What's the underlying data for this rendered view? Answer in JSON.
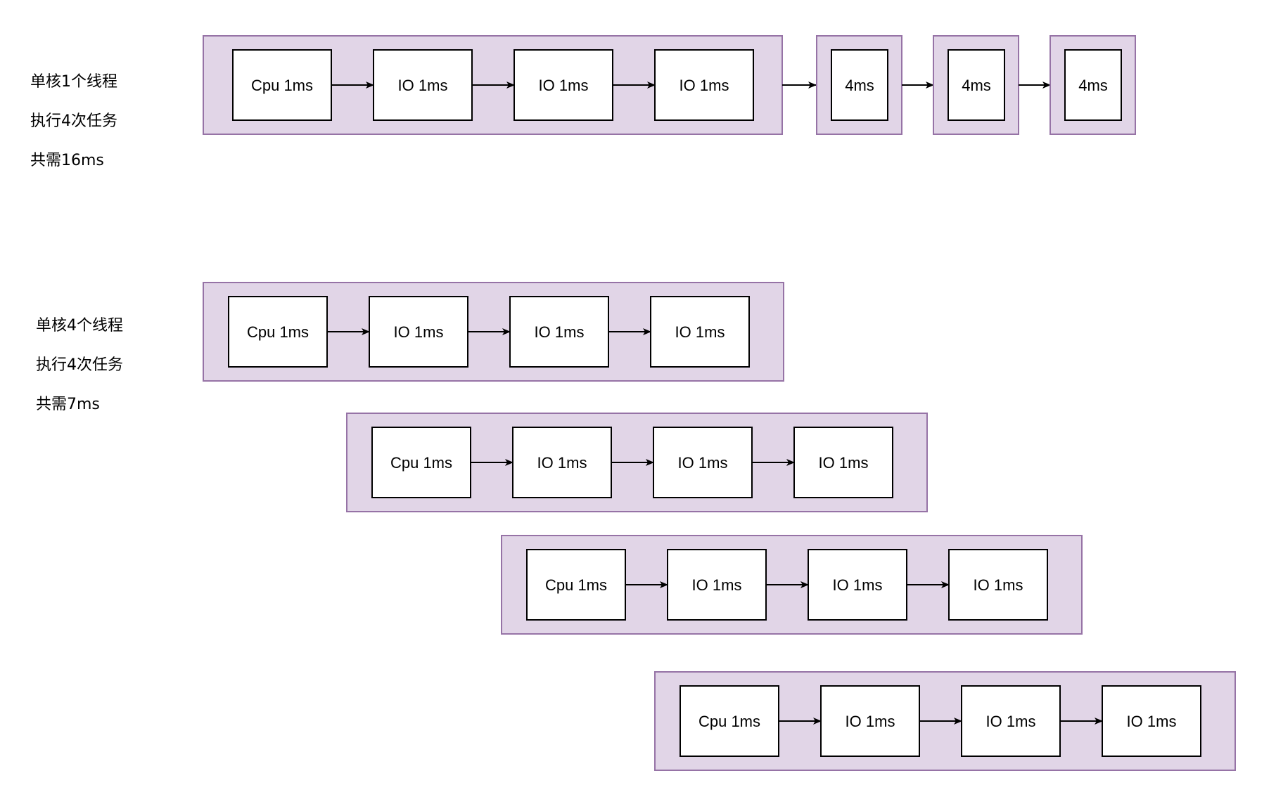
{
  "scenarios": [
    {
      "caption": [
        "单核1个线程",
        "执行4次任务",
        "共需16ms"
      ],
      "main_chain": [
        "Cpu 1ms",
        "IO 1ms",
        "IO 1ms",
        "IO 1ms"
      ],
      "extra_blocks": [
        "4ms",
        "4ms",
        "4ms"
      ]
    },
    {
      "caption": [
        "单核4个线程",
        "执行4次任务",
        "共需7ms"
      ],
      "lanes": [
        [
          "Cpu 1ms",
          "IO 1ms",
          "IO 1ms",
          "IO 1ms"
        ],
        [
          "Cpu 1ms",
          "IO 1ms",
          "IO 1ms",
          "IO 1ms"
        ],
        [
          "Cpu 1ms",
          "IO 1ms",
          "IO 1ms",
          "IO 1ms"
        ],
        [
          "Cpu 1ms",
          "IO 1ms",
          "IO 1ms",
          "IO 1ms"
        ]
      ]
    }
  ],
  "colors": {
    "group_fill": "#e1d5e7",
    "group_stroke": "#9673a6",
    "box_fill": "#ffffff",
    "box_stroke": "#000000",
    "arrow": "#000000"
  }
}
